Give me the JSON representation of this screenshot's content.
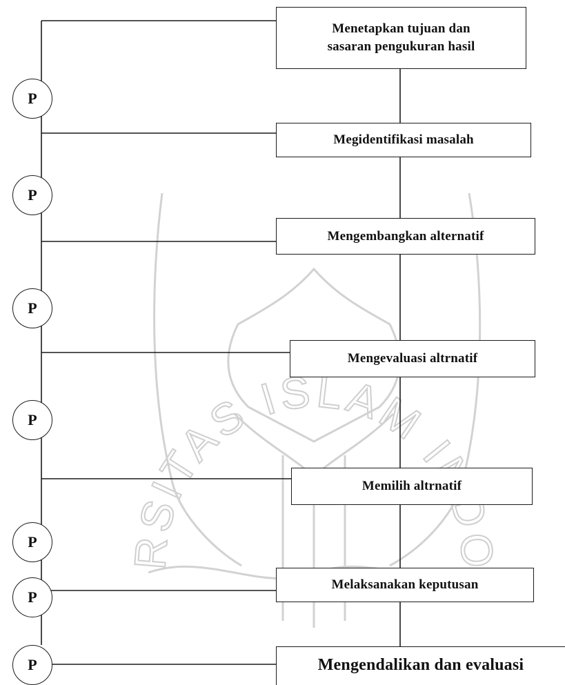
{
  "watermark": {
    "arc_text": "UNIVERSITAS ISLAM INDONESIA",
    "color": "#c8c8c8"
  },
  "line_color": "#1a1a1a",
  "steps": [
    {
      "label": "Menetapkan tujuan dan\nsasaran pengukuran hasil"
    },
    {
      "label": "Megidentifikasi masalah"
    },
    {
      "label": "Mengembangkan alternatif"
    },
    {
      "label": "Mengevaluasi altrnatif"
    },
    {
      "label": "Memilih altrnatif"
    },
    {
      "label": "Melaksanakan keputusan"
    },
    {
      "label": "Mengendalikan dan evaluasi"
    }
  ],
  "nodes": [
    {
      "label": "P"
    },
    {
      "label": "P"
    },
    {
      "label": "P"
    },
    {
      "label": "P"
    },
    {
      "label": "P"
    },
    {
      "label": "P"
    },
    {
      "label": "P"
    }
  ]
}
